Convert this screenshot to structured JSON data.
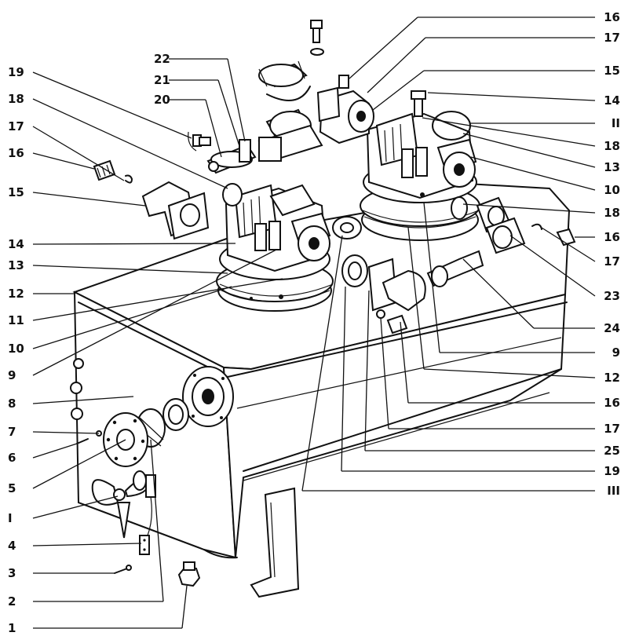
{
  "callouts": {
    "left": [
      "19",
      "18",
      "17",
      "16",
      "15",
      "14",
      "13",
      "12",
      "11",
      "10",
      "9",
      "8",
      "7",
      "6",
      "5",
      "I",
      "4",
      "3",
      "2",
      "1"
    ],
    "top": [
      "22",
      "21",
      "20"
    ],
    "right": [
      "16",
      "17",
      "15",
      "14",
      "II",
      "18",
      "13",
      "10",
      "18",
      "16",
      "17",
      "23",
      "24",
      "9",
      "12",
      "16",
      "17",
      "25",
      "19",
      "III"
    ]
  }
}
